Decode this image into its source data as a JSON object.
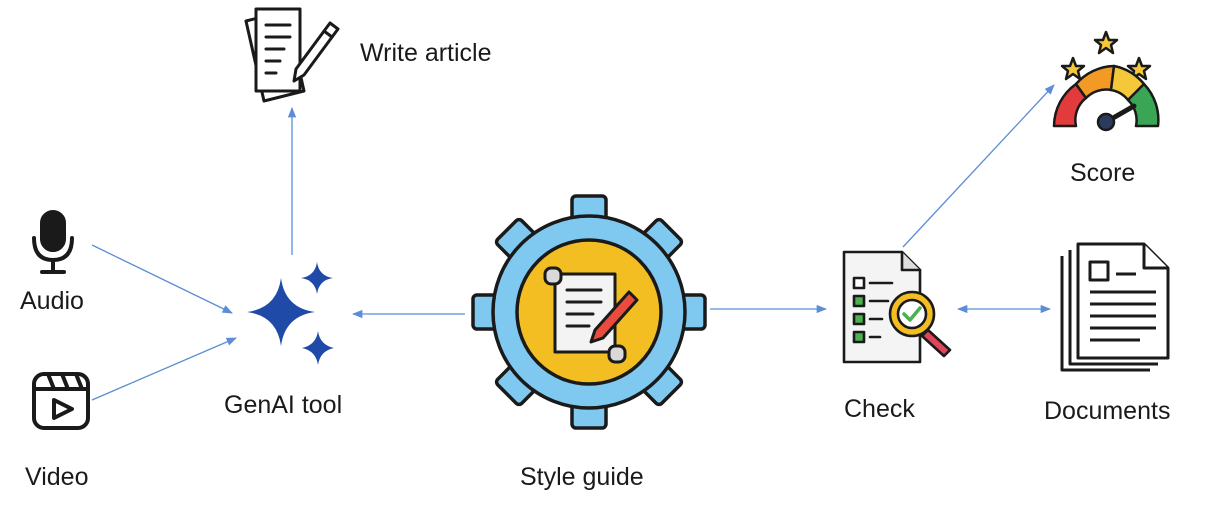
{
  "labels": {
    "write_article": "Write article",
    "audio": "Audio",
    "video": "Video",
    "genai_tool": "GenAI tool",
    "style_guide": "Style guide",
    "check": "Check",
    "score": "Score",
    "documents": "Documents"
  },
  "colors": {
    "arrow": "#5b8ed6",
    "genai_star": "#1f4aa8",
    "gear": "#7fc8ef",
    "gear_center": "#f2be22",
    "stroke": "#1a1a1a",
    "gauge_red": "#e23b3b",
    "gauge_orange": "#f29a23",
    "gauge_yellow": "#f5c83a",
    "gauge_green": "#3aa655",
    "check_green": "#4cb04c",
    "magnifier_red": "#e0455a"
  },
  "icons": {
    "write_article": "article-pencil-icon",
    "audio": "microphone-icon",
    "video": "video-clapper-icon",
    "genai_tool": "sparkle-stars-icon",
    "style_guide": "gear-scroll-icon",
    "check": "checklist-magnifier-icon",
    "score": "gauge-stars-icon",
    "documents": "documents-stack-icon"
  }
}
